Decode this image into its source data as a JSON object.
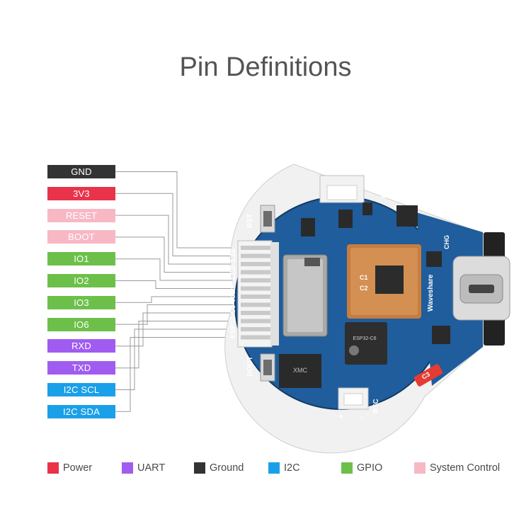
{
  "title": "Pin Definitions",
  "colors": {
    "power": "#e8334a",
    "uart": "#a05cf0",
    "ground": "#333333",
    "i2c": "#1aa0e8",
    "gpio": "#6cc04a",
    "system_control": "#f7b8c4",
    "board": "#1f5d9c",
    "board_edge": "#123a66"
  },
  "pins": [
    {
      "label": "GND",
      "group": "ground"
    },
    {
      "label": "3V3",
      "group": "power"
    },
    {
      "label": "RESET",
      "group": "system_control"
    },
    {
      "label": "BOOT",
      "group": "system_control"
    },
    {
      "label": "IO1",
      "group": "gpio"
    },
    {
      "label": "IO2",
      "group": "gpio"
    },
    {
      "label": "IO3",
      "group": "gpio"
    },
    {
      "label": "IO6",
      "group": "gpio"
    },
    {
      "label": "RXD",
      "group": "uart"
    },
    {
      "label": "TXD",
      "group": "uart"
    },
    {
      "label": "I2C SCL",
      "group": "i2c"
    },
    {
      "label": "I2C SDA",
      "group": "i2c"
    }
  ],
  "legend": [
    {
      "label": "Power",
      "group": "power"
    },
    {
      "label": "UART",
      "group": "uart"
    },
    {
      "label": "Ground",
      "group": "ground"
    },
    {
      "label": "I2C",
      "group": "i2c"
    },
    {
      "label": "GPIO",
      "group": "gpio"
    },
    {
      "label": "System Control",
      "group": "system_control"
    }
  ],
  "board": {
    "silk_model": "ESP32-C6-Touch-LCD-1.28",
    "silk_rst": "RST",
    "silk_boot": "BOOT",
    "silk_bat": "BAT",
    "silk_chg": "CHG",
    "silk_brand": "Waveshare",
    "silk_rtc": "RTC",
    "silk_c3": "C3",
    "silk_c1": "C1",
    "silk_c2": "C2",
    "silk_chip_brand": "XMC",
    "silk_module": "ESP32-C6",
    "silk_plus": "+",
    "silk_minus": "-"
  }
}
